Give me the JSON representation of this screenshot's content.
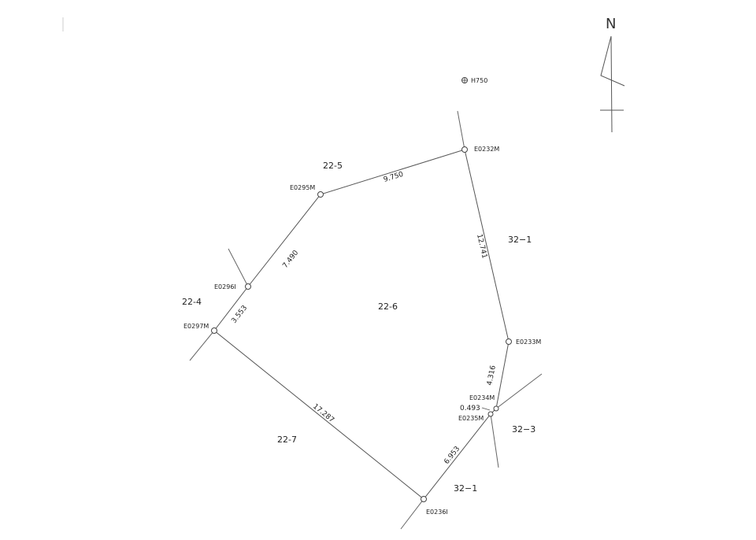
{
  "north_label": "N",
  "benchmark": {
    "label": "H750"
  },
  "survey_points": [
    {
      "id": "E0232M",
      "label": "E0232M"
    },
    {
      "id": "E0295M",
      "label": "E0295M"
    },
    {
      "id": "E0296I",
      "label": "E0296I"
    },
    {
      "id": "E0297M",
      "label": "E0297M"
    },
    {
      "id": "E0236I",
      "label": "E0236I"
    },
    {
      "id": "E0235M",
      "label": "E0235M"
    },
    {
      "id": "E0234M",
      "label": "E0234M"
    },
    {
      "id": "E0233M",
      "label": "E0233M"
    }
  ],
  "boundary_dimensions": [
    {
      "from": "E0295M",
      "to": "E0232M",
      "label": "9.750"
    },
    {
      "from": "E0232M",
      "to": "E0233M",
      "label": "12.741"
    },
    {
      "from": "E0233M",
      "to": "E0234M",
      "label": "4.316"
    },
    {
      "from": "E0234M",
      "to": "E0235M",
      "label": "0.493"
    },
    {
      "from": "E0235M",
      "to": "E0236I",
      "label": "6.953"
    },
    {
      "from": "E0236I",
      "to": "E0297M",
      "label": "17.287"
    },
    {
      "from": "E0297M",
      "to": "E0296I",
      "label": "3.553"
    },
    {
      "from": "E0296I",
      "to": "E0295M",
      "label": "7.490"
    }
  ],
  "parcels": [
    {
      "id": "22-6",
      "label": "22-6"
    },
    {
      "id": "22-5",
      "label": "22-5"
    },
    {
      "id": "22-4",
      "label": "22-4"
    },
    {
      "id": "22-7",
      "label": "22-7"
    },
    {
      "id": "32-1-east",
      "label": "32−1"
    },
    {
      "id": "32-1-south",
      "label": "32−1"
    },
    {
      "id": "32-3",
      "label": "32−3"
    }
  ]
}
